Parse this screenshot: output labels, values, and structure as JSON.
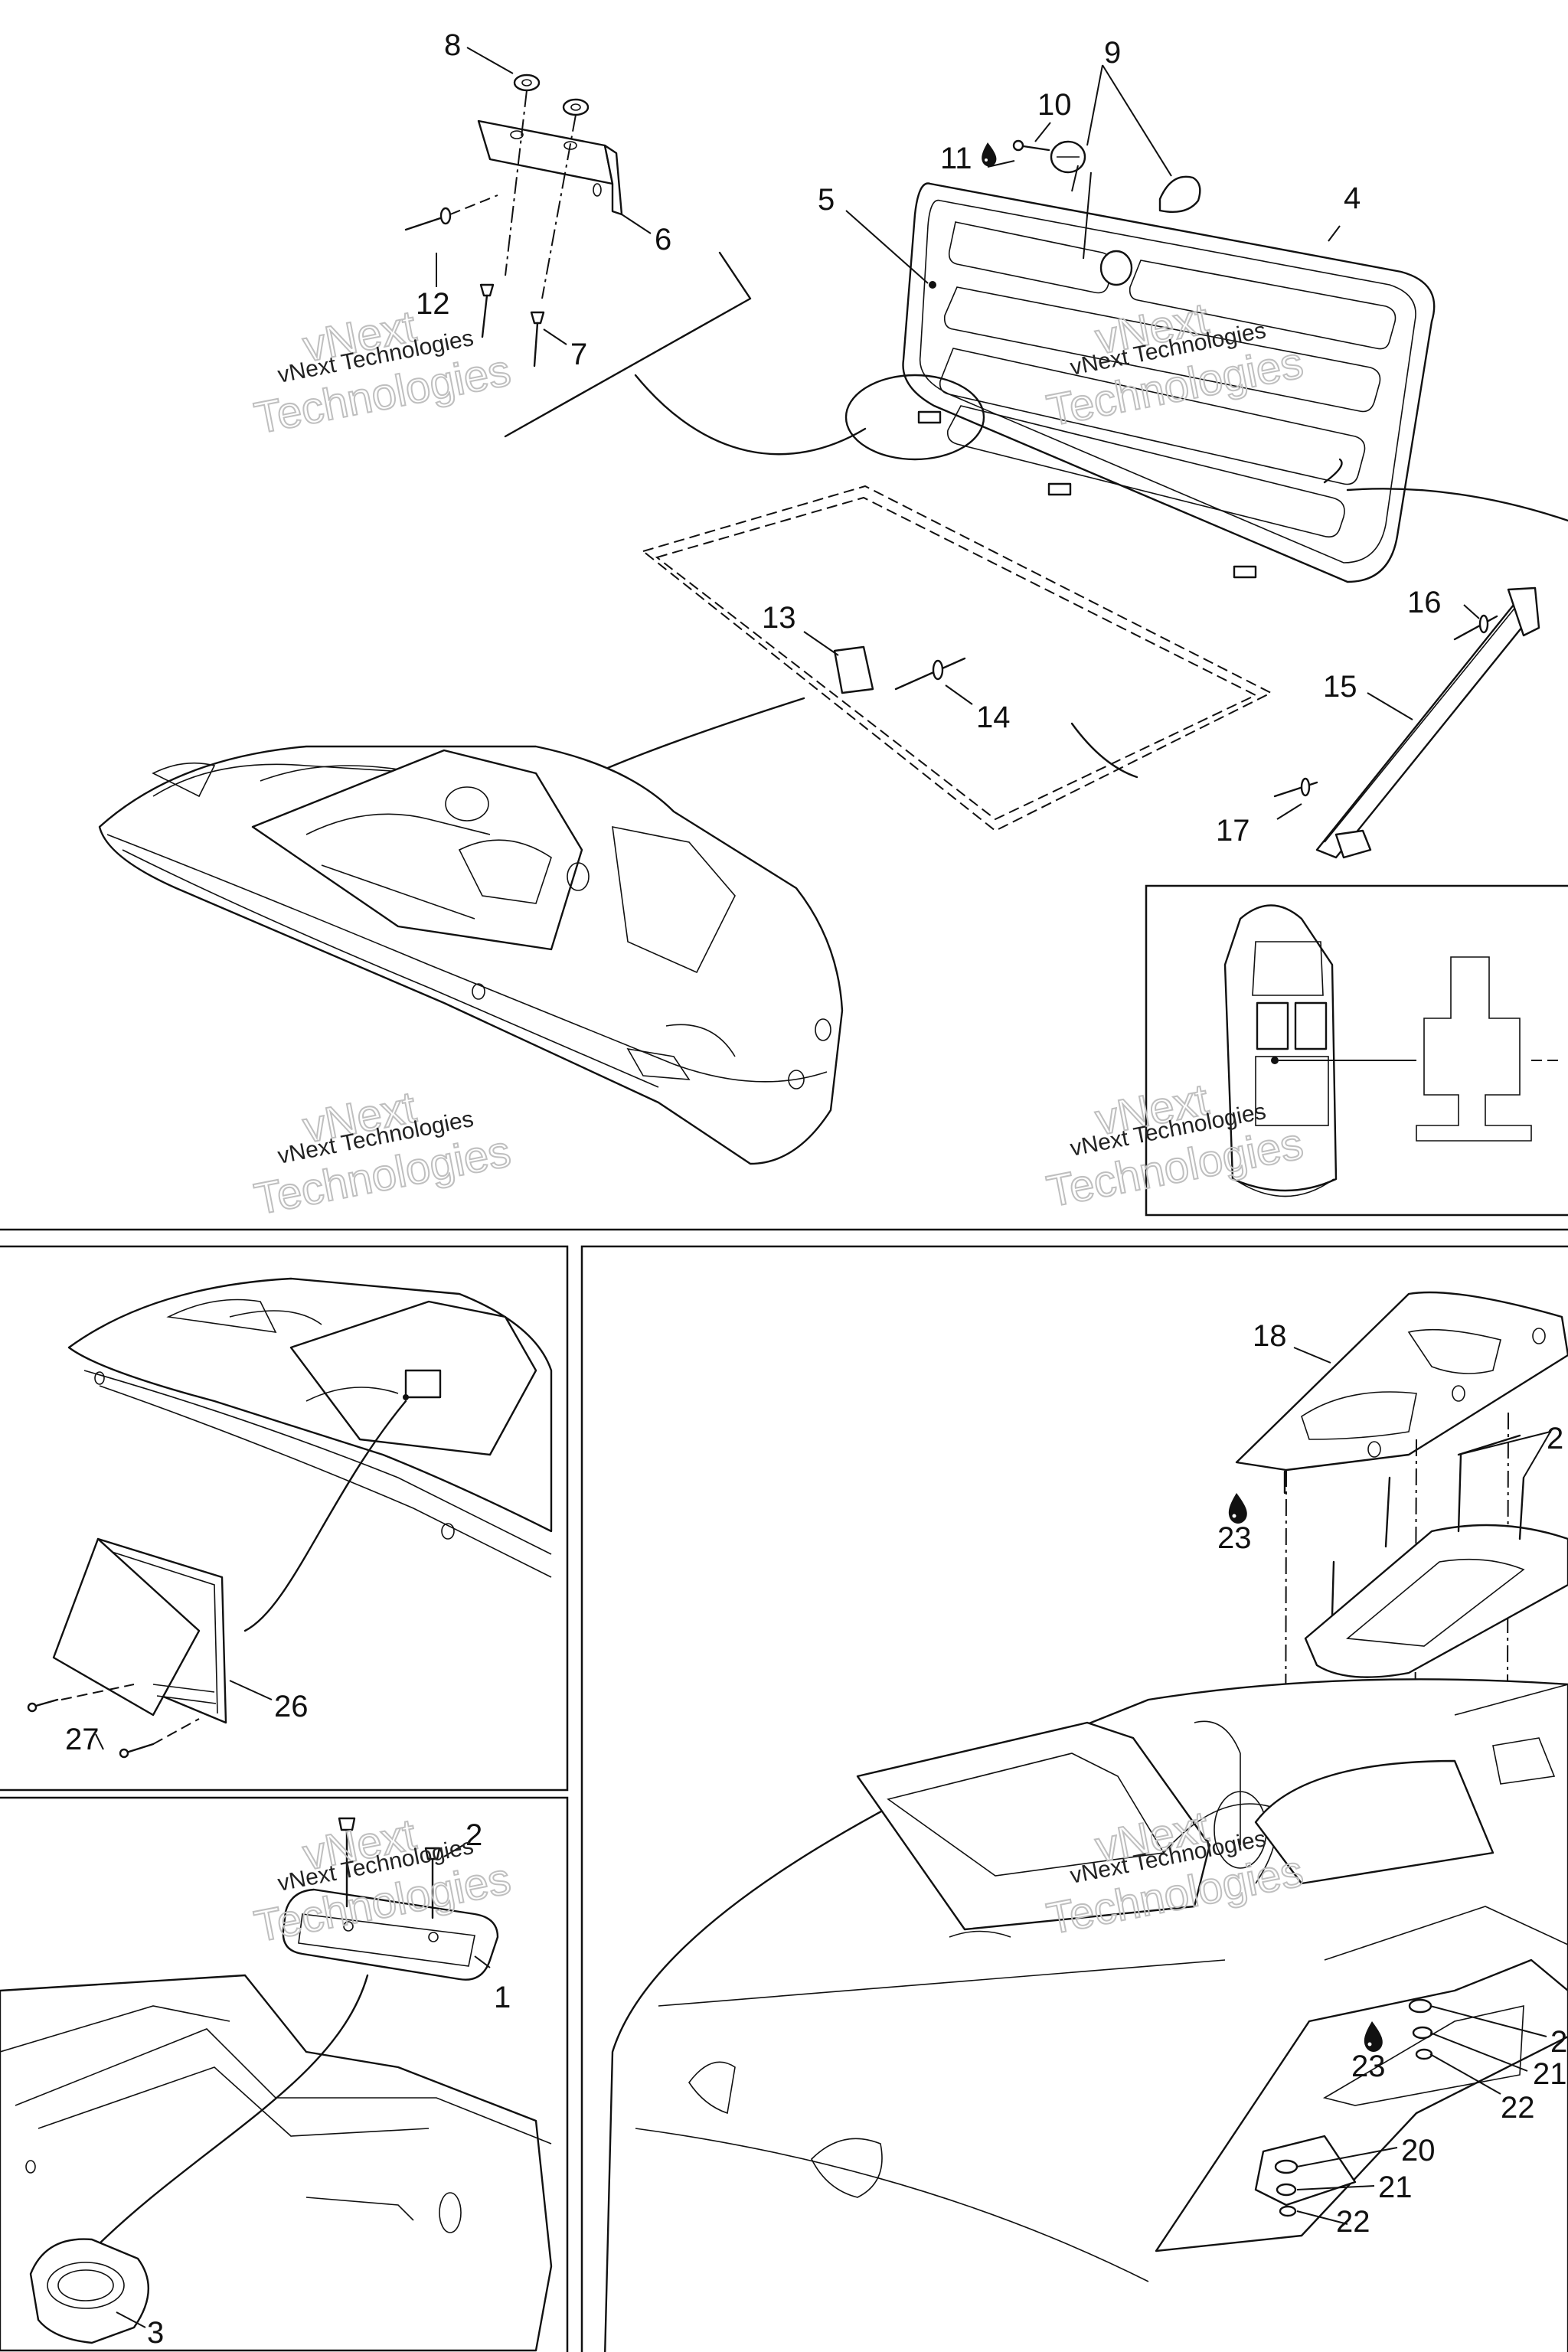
{
  "watermark": {
    "line1": "vNext Technologies",
    "line2": "vNext",
    "line3": "Technologies"
  },
  "callouts": {
    "c1": "1",
    "c2": "2",
    "c2b": "2",
    "c2c": "2",
    "c3": "3",
    "c4": "4",
    "c5": "5",
    "c6": "6",
    "c7": "7",
    "c8": "8",
    "c9": "9",
    "c10": "10",
    "c11": "11",
    "c12": "12",
    "c13": "13",
    "c14": "14",
    "c15": "15",
    "c16": "16",
    "c17": "17",
    "c18": "18",
    "c20": "20",
    "c21a": "21",
    "c21b": "21",
    "c22a": "22",
    "c22b": "22",
    "c23a": "23",
    "c23b": "23",
    "c26": "26",
    "c27": "27"
  },
  "icons": {
    "sealant": "droplet-icon"
  }
}
